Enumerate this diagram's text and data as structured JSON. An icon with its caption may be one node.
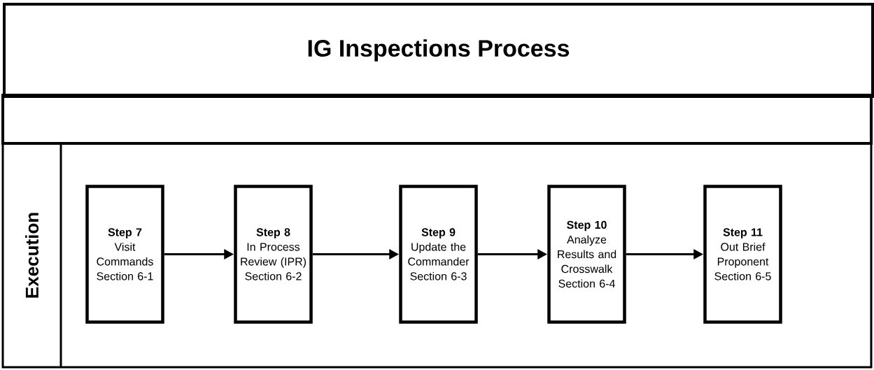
{
  "diagram": {
    "title": "IG Inspections Process",
    "nodes": [
      {
        "text": [],
        "shape": "box"
      },
      {
        "text": [
          "Execution"
        ]
      },
      {
        "text": [
          "Step 7",
          "Visit Commands",
          "Section 6-1"
        ],
        "in": 1
      },
      {
        "text": [
          "Step 8",
          "In Process Review (IPR)",
          "Section 6-2"
        ],
        "in": 1
      },
      {
        "text": [
          "Step 9",
          "Update the Commander",
          "Section 6-3"
        ],
        "in": 1
      },
      {
        "text": [
          "Step 10",
          "Analyze Results and Crosswalk",
          "Section 6-4"
        ],
        "in": 1
      },
      {
        "text": [
          "Step 11",
          "Out Brief Proponent",
          "Section 6-5"
        ],
        "in": 1
      }
    ],
    "edges": [
      {
        "from": 2,
        "to": 3,
        "arrow": "to"
      },
      {
        "from": 3,
        "to": 4,
        "arrow": "to"
      },
      {
        "from": 4,
        "to": 5,
        "arrow": "to"
      },
      {
        "from": 5,
        "to": 6,
        "arrow": "to"
      }
    ]
  }
}
